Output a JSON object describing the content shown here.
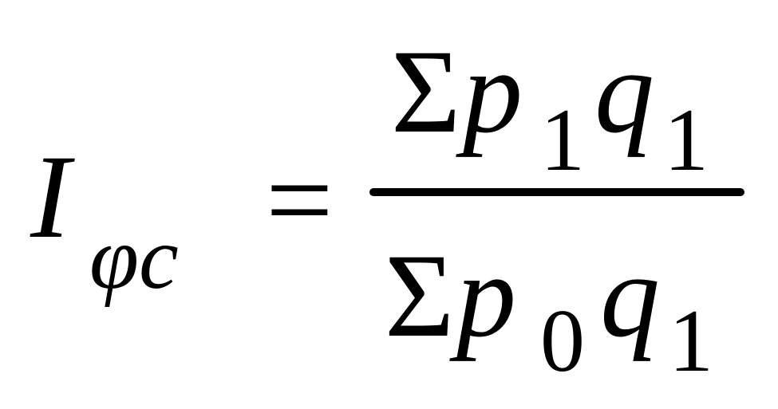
{
  "formula": {
    "lhs": {
      "symbol": "I",
      "subscript": "φc"
    },
    "equals": "=",
    "numerator": {
      "sum": "Σ",
      "p": "p",
      "p_subscript": "1",
      "q": "q",
      "q_subscript": "1"
    },
    "denominator": {
      "sum": "Σ",
      "p": "p",
      "p_subscript": "0",
      "q": "q",
      "q_subscript": "1"
    }
  }
}
